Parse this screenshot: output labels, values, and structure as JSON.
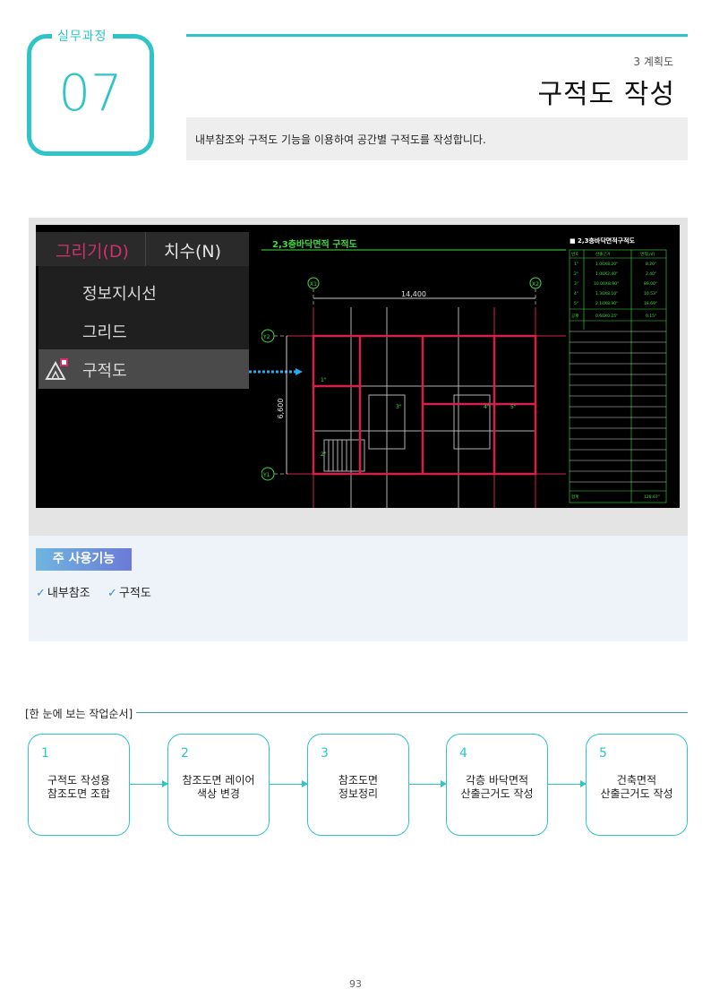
{
  "header": {
    "badge_label": "실무과정",
    "badge_number": "07",
    "section": "3 계획도",
    "title": "구적도 작성",
    "description": "내부참조와 구적도 기능을 이용하여 공간별 구적도를 작성합니다."
  },
  "screenshot": {
    "menu_draw": "그리기(D)",
    "menu_dim": "치수(N)",
    "dropdown_items": [
      "정보지시선",
      "그리드",
      "구적도"
    ],
    "plan_title": "2,3층바닥면적 구적도",
    "dimension_horizontal": "14,400",
    "dimension_vertical": "6,600",
    "grid_x": [
      "X1",
      "X2"
    ],
    "grid_y": [
      "Y2",
      "Y1"
    ],
    "room_labels": [
      "1\"",
      "2\"",
      "3\"",
      "4\"",
      "5\""
    ],
    "table_title": "■ 2,3층바닥면적구적도",
    "table_headers": [
      "번호",
      "산출근거",
      "면적(㎡)"
    ],
    "table_rows": [
      [
        "1\"",
        "1.00X8.20\"",
        "8.20\""
      ],
      [
        "2\"",
        "1.00X2.40\"",
        "2.40\""
      ],
      [
        "3\"",
        "10.00X8.90\"",
        "89.00\""
      ],
      [
        "4\"",
        "1.30X8.10\"",
        "10.53\""
      ],
      [
        "5\"",
        "2.10X8.90\"",
        "18.69\""
      ]
    ],
    "table_subtotal": [
      "공제",
      "0.60X0.25\"",
      "0.15\""
    ],
    "table_total": [
      "합계",
      "128.67\""
    ]
  },
  "functions": {
    "tag": "주 사용기능",
    "items": [
      "내부참조",
      "구적도"
    ]
  },
  "workflow": {
    "title": "[한 눈에 보는 작업순서]",
    "steps": [
      {
        "num": "1",
        "line1": "구적도 작성용",
        "line2": "참조도면 조합"
      },
      {
        "num": "2",
        "line1": "참조도면 레이어",
        "line2": "색상 변경"
      },
      {
        "num": "3",
        "line1": "참조도면",
        "line2": "정보정리"
      },
      {
        "num": "4",
        "line1": "각층 바닥면적",
        "line2": "산출근거도 작성"
      },
      {
        "num": "5",
        "line1": "건축면적",
        "line2": "산출근거도 작성"
      }
    ]
  },
  "page_number": "93",
  "colors": {
    "accent": "#2ec4c8",
    "menu_active": "#d0306a",
    "plan_green": "#3fdc3f",
    "plan_red": "#d4204a"
  }
}
